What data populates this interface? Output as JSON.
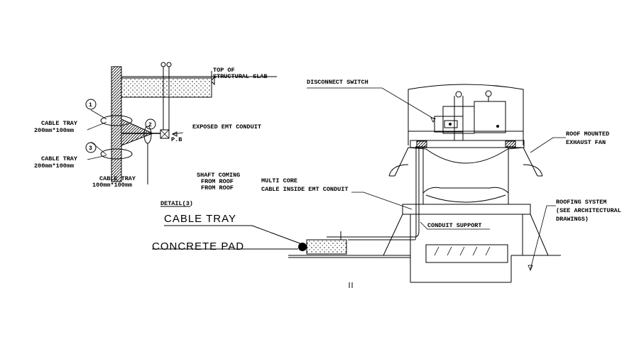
{
  "detail": {
    "top_of_slab_1": "TOP OF",
    "top_of_slab_2": "STRUCTURAL SLAB",
    "exposed_conduit": "EXPOSED EMT CONDUIT",
    "pb": "P.B",
    "tray1_1": "CABLE TRAY",
    "tray1_2": "200mm*100mm",
    "tray3_1": "CABLE TRAY",
    "tray3_2": "200mm*100mm",
    "tray2_1": "CABLE TRAY",
    "tray2_2": "100mm*100mm",
    "marker1": "1",
    "marker2": "2",
    "marker3": "3",
    "shaft_1": "SHAFT COMING",
    "shaft_2": "FROM ROOF",
    "shaft_3": "FROM ROOF",
    "detail_title": "DETAIL(3)"
  },
  "roof": {
    "disconnect": "DISCONNECT SWITCH",
    "fan_1": "ROOF MOUNTED",
    "fan_2": "EXHAUST FAN",
    "multicore_1": "MULTI CORE",
    "multicore_2": "CABLE INSIDE EMT CONDUIT",
    "conduit_support": "CONDUIT SUPPORT",
    "roofing_1": "ROOFING SYSTEM",
    "roofing_2": "(SEE ARCHITECTURAL",
    "roofing_3": "DRAWINGS)",
    "cable_tray": "CABLE TRAY",
    "concrete_pad": "CONCRETE PAD"
  }
}
